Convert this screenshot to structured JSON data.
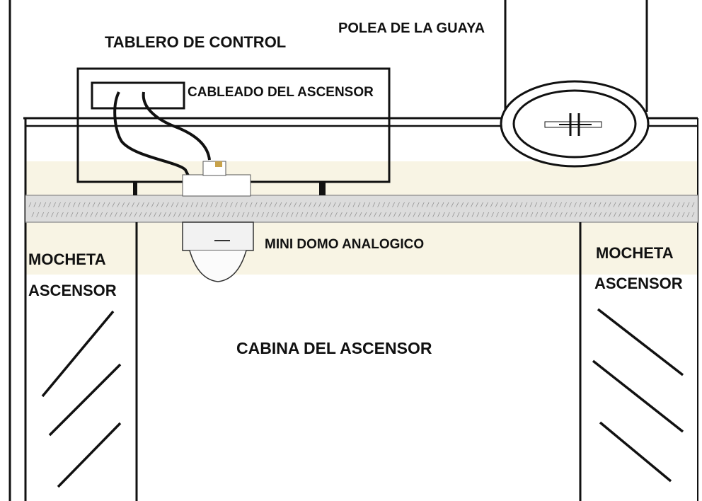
{
  "labels": {
    "control_panel": "TABLERO DE CONTROL",
    "pulley": "POLEA DE LA GUAYA",
    "wiring": "CABLEADO DEL ASCENSOR",
    "mini_dome": "MINI DOMO ANALOGICO",
    "jamb_left_line1": "MOCHETA",
    "jamb_left_line2": "ASCENSOR",
    "jamb_right_line1": "MOCHETA",
    "jamb_right_line2": "ASCENSOR",
    "cabin": "CABINA DEL ASCENSOR"
  },
  "colors": {
    "line": "#111111",
    "ceiling_band": "#f8f4e4",
    "hatch_band": "#dcdcdc",
    "hatch_text": "#8a8a8a",
    "camera": "#f2f2f2",
    "connector": "#c8a24a"
  }
}
